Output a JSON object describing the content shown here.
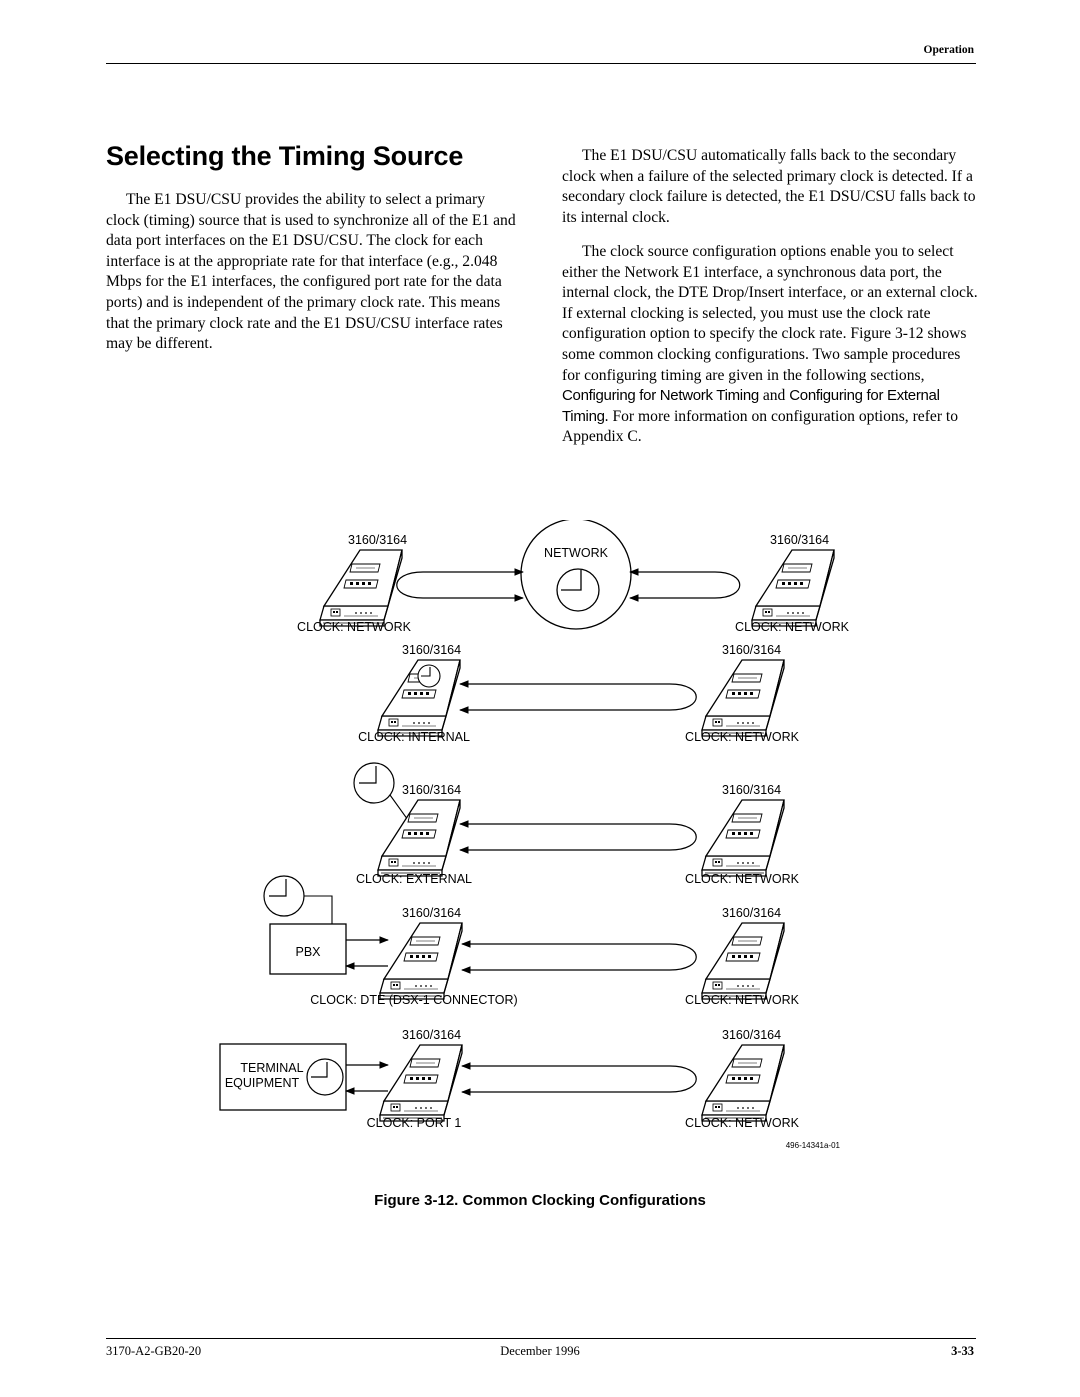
{
  "header": {
    "section": "Operation"
  },
  "title": "Selecting the Timing Source",
  "left_column": {
    "paragraph": "The E1 DSU/CSU provides the ability to select a primary clock (timing) source that is used to synchronize all of the E1 and data port interfaces on the E1 DSU/CSU. The clock for each interface is at the appropriate rate for that interface (e.g., 2.048 Mbps for the E1 interfaces, the configured port rate for the data ports) and is independent of the primary clock rate. This means that the primary clock rate and the E1 DSU/CSU interface rates may be different."
  },
  "right_column": {
    "paragraph1": "The E1 DSU/CSU automatically falls back to the secondary clock when a failure of the selected primary clock is detected. If a secondary clock failure is detected, the E1 DSU/CSU falls back to its internal clock.",
    "paragraph2_part1": "The clock source configuration options enable you to select either the Network E1 interface, a synchronous data port, the internal clock, the DTE Drop/Insert interface, or an external clock. If external clocking is selected, you must use the clock rate configuration option to specify the clock rate. Figure 3-12 shows some common clocking configurations. Two sample procedures for configuring timing are given in the following sections,",
    "xref1": "Configuring for Network Timing",
    "and_word": "and",
    "xref2": "Configuring for External Timing",
    "paragraph2_part2": ". For more information on configuration options, refer to Appendix C."
  },
  "diagram": {
    "device_model": "3160/3164",
    "network_label": "NETWORK",
    "pbx_label": "PBX",
    "terminal_label_line1": "TERMINAL",
    "terminal_label_line2": "EQUIPMENT",
    "rows": [
      {
        "left_clock": "CLOCK: NETWORK",
        "right_clock": "CLOCK: NETWORK"
      },
      {
        "left_clock": "CLOCK: INTERNAL",
        "right_clock": "CLOCK: NETWORK"
      },
      {
        "left_clock": "CLOCK: EXTERNAL",
        "right_clock": "CLOCK: NETWORK"
      },
      {
        "left_clock": "CLOCK: DTE (DSX-1 CONNECTOR)",
        "right_clock": "CLOCK: NETWORK"
      },
      {
        "left_clock": "CLOCK: PORT 1",
        "right_clock": "CLOCK: NETWORK"
      }
    ],
    "figure_id": "496-14341a-01"
  },
  "figure_caption": "Figure 3-12.  Common Clocking Configurations",
  "footer": {
    "doc_number": "3170-A2-GB20-20",
    "date": "December 1996",
    "page": "3-33"
  }
}
